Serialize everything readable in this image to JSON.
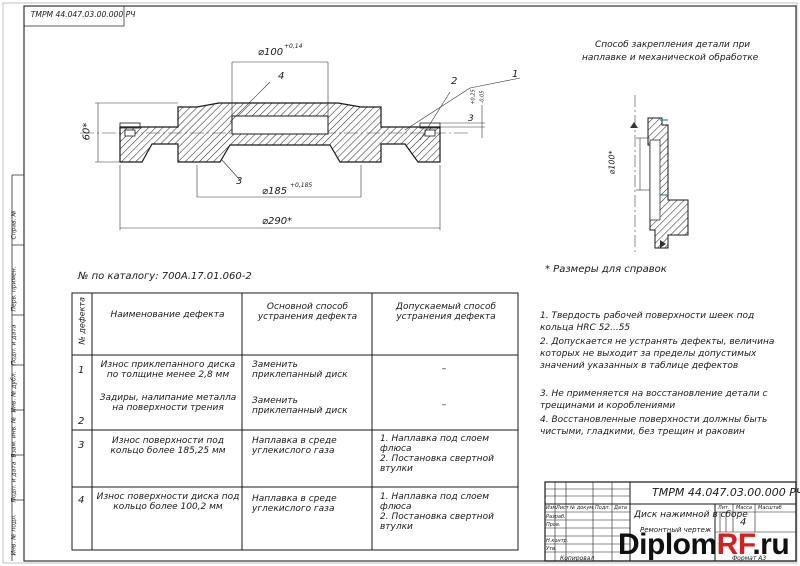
{
  "stamp_top": "ТМРМ 44.047.03.00.000 РЧ",
  "drawing": {
    "dim_d100": "⌀100",
    "dim_d100_tol": "+0,14",
    "dim_d185": "⌀185",
    "dim_d185_tol": "+0,185",
    "dim_d290": "⌀290*",
    "dim_60": "60*",
    "dim_3": "3",
    "dim_3_tol_top": "+0,25",
    "dim_3_tol_bot": "-0,05",
    "leader_1": "1",
    "leader_2": "2",
    "leader_3": "3",
    "leader_4": "4"
  },
  "fixing_title": [
    "Способ закрепления детали при",
    "наплавке и механической обработке"
  ],
  "fixing_dim": "⌀100*",
  "catalog": "№ по каталогу: 700А.17.01.060-2",
  "note_ref": "* Размеры для справок",
  "table": {
    "headers": [
      "№ дефекта",
      "Наименование дефекта",
      "Основной способ устранения дефекта",
      "Допускаемый способ устранения дефекта"
    ],
    "rows": [
      {
        "no": "1",
        "name": "Износ приклепанного диска по толщине менее 2,8 мм",
        "main": "Заменить приклепанный диск",
        "alt": "–"
      },
      {
        "no": "2",
        "name": "Задиры, налипание металла на поверхности трения",
        "main": "Заменить приклепанный диск",
        "alt": "–"
      },
      {
        "no": "3",
        "name": "Износ поверхности под кольцо более 185,25 мм",
        "main": "Наплавка в среде углекислого газа",
        "alt": "1. Наплавка под слоем флюса\n2. Постановка свертной втулки"
      },
      {
        "no": "4",
        "name": "Износ поверхности диска под кольцо более 100,2 мм",
        "main": "Наплавка в среде углекислого газа",
        "alt": "1. Наплавка под слоем флюса\n2. Постановка свертной втулки"
      }
    ]
  },
  "notes": [
    "1. Твердость рабочей поверхности шеек под кольца HRC 52...55",
    "2. Допускается не устранять дефекты, величина которых не выходит за пределы допустимых значений указанных в таблице дефектов",
    "3. Не применяется на восстановление детали с трещинами и короблениями",
    "4. Восстановленные поверхности должны быть чистыми, гладкими, без трещин и раковин"
  ],
  "title_block": {
    "code": "ТМРМ 44.047.03.00.000 РЧ",
    "name": "Диск нажимной в сборе",
    "sub": "Ремонтный чертеж",
    "sheet": "4",
    "format": "Формат  А3",
    "copied": "Копировал",
    "col_izm": "Изм.",
    "col_list": "Лист",
    "col_doc": "№ докум.",
    "col_sign": "Подп.",
    "col_date": "Дата",
    "role_1": "Разраб.",
    "role_2": "Пров.",
    "role_3": "Н.контр.",
    "role_4": "Утв.",
    "lit": "Лит.",
    "mass": "Масса",
    "scale": "Масштаб"
  },
  "side_labels": [
    "Справ. №",
    "Перв. примен.",
    "Подп. и дата",
    "Инв. № дубл.",
    "Взам. инв. №",
    "Подп. и дата",
    "Инв. № подл."
  ],
  "watermark": {
    "part1": "Diplom",
    "part2": "RF",
    "part3": ".ru"
  },
  "colors": {
    "ink": "#1a1a1a",
    "hatch": "#2c2c2c",
    "wm_black": "#111111",
    "wm_red": "#d62020"
  }
}
